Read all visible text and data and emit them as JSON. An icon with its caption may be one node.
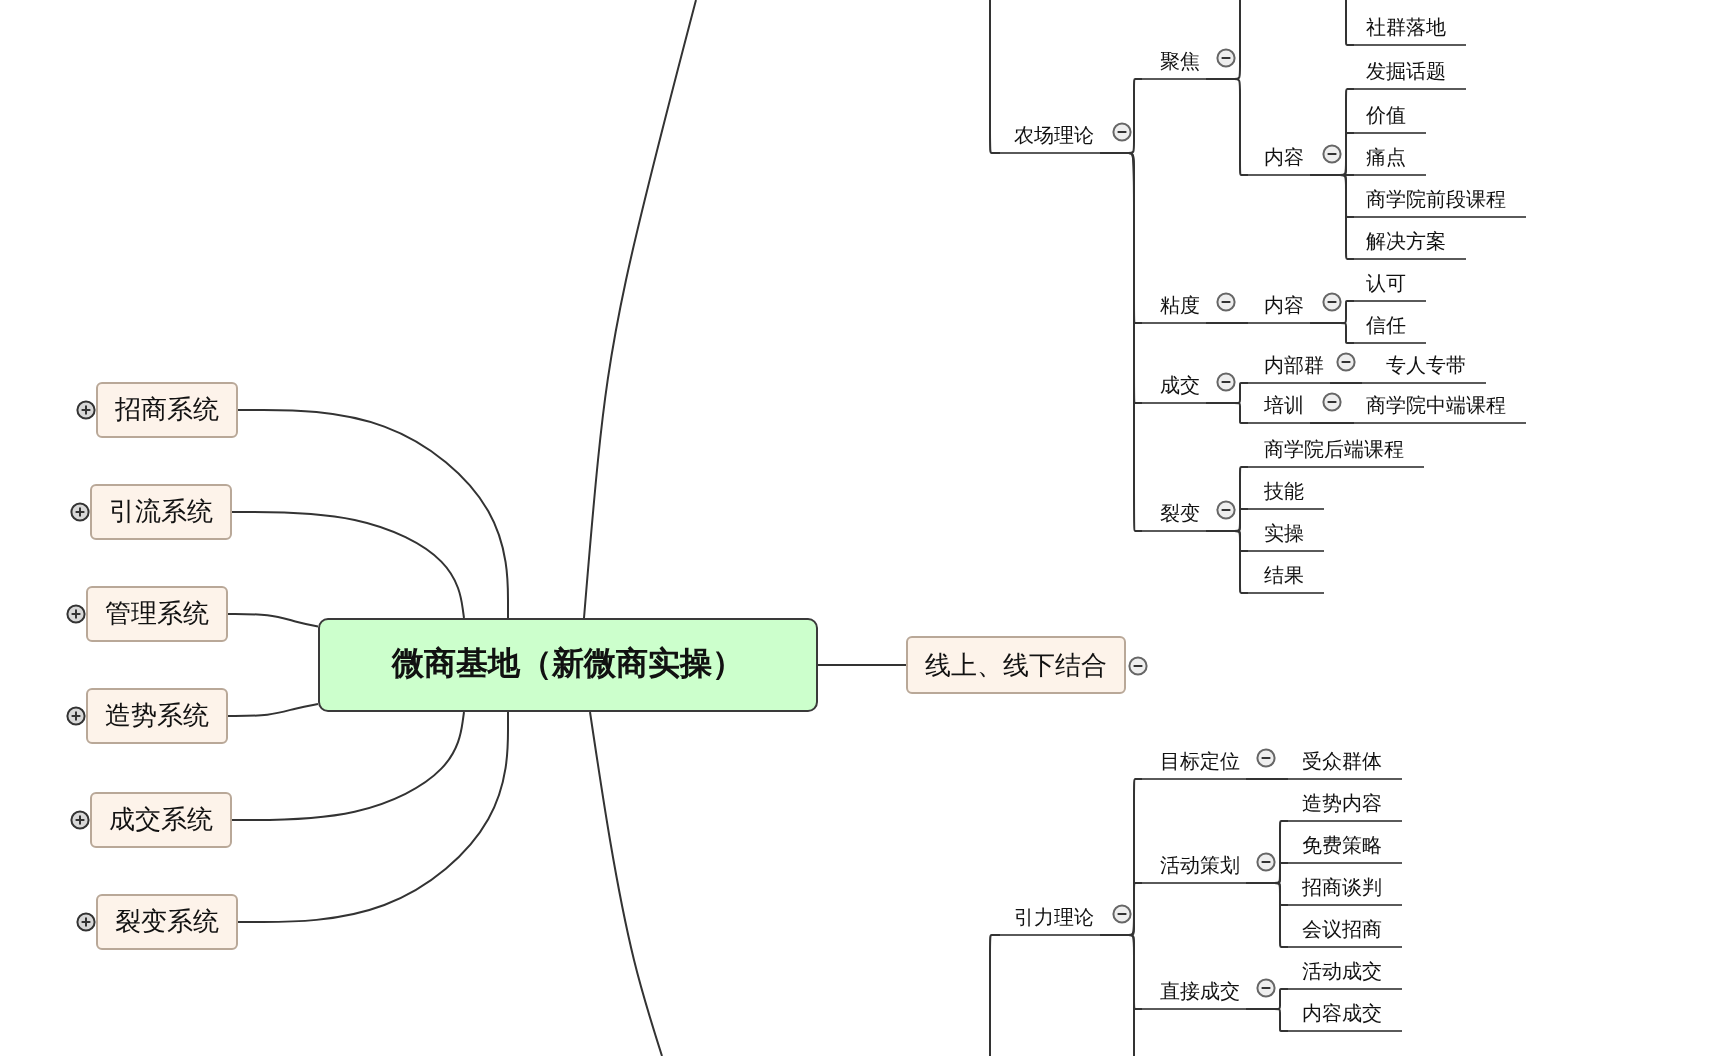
{
  "diagram": {
    "nodes": [
      {
        "text": [
          "微商基地（新微商实操）"
        ]
      },
      {
        "text": [
          "招商系统"
        ]
      },
      {
        "text": [
          "引流系统"
        ]
      },
      {
        "text": [
          "管理系统"
        ]
      },
      {
        "text": [
          "造势系统"
        ]
      },
      {
        "text": [
          "成交系统"
        ]
      },
      {
        "text": [
          "裂变系统"
        ]
      },
      {
        "text": [
          "线上、线下结合"
        ]
      },
      {
        "text": [
          "农场理论"
        ]
      },
      {
        "text": [
          "聚焦"
        ]
      },
      {
        "text": [
          "社群落地"
        ]
      },
      {
        "text": [
          "内容"
        ]
      },
      {
        "text": [
          "发掘话题"
        ]
      },
      {
        "text": [
          "价值"
        ]
      },
      {
        "text": [
          "痛点"
        ]
      },
      {
        "text": [
          "商学院前段课程"
        ]
      },
      {
        "text": [
          "解决方案"
        ]
      },
      {
        "text": [
          "粘度"
        ]
      },
      {
        "text": [
          "内容"
        ]
      },
      {
        "text": [
          "认可"
        ]
      },
      {
        "text": [
          "信任"
        ]
      },
      {
        "text": [
          "成交"
        ]
      },
      {
        "text": [
          "内部群"
        ]
      },
      {
        "text": [
          "专人专带"
        ]
      },
      {
        "text": [
          "培训"
        ]
      },
      {
        "text": [
          "商学院中端课程"
        ]
      },
      {
        "text": [
          "裂变"
        ]
      },
      {
        "text": [
          "商学院后端课程"
        ]
      },
      {
        "text": [
          "技能"
        ]
      },
      {
        "text": [
          "实操"
        ]
      },
      {
        "text": [
          "结果"
        ]
      },
      {
        "text": [
          "引力理论"
        ]
      },
      {
        "text": [
          "目标定位"
        ]
      },
      {
        "text": [
          "受众群体"
        ]
      },
      {
        "text": [
          "活动策划"
        ]
      },
      {
        "text": [
          "造势内容"
        ]
      },
      {
        "text": [
          "免费策略"
        ]
      },
      {
        "text": [
          "招商谈判"
        ]
      },
      {
        "text": [
          "会议招商"
        ]
      },
      {
        "text": [
          "直接成交"
        ]
      },
      {
        "text": [
          "活动成交"
        ]
      },
      {
        "text": [
          "内容成交"
        ]
      }
    ],
    "edges": [
      {
        "from": 0,
        "to": 1,
        "arrow": "none"
      },
      {
        "from": 0,
        "to": 2,
        "arrow": "none"
      },
      {
        "from": 0,
        "to": 3,
        "arrow": "none"
      },
      {
        "from": 0,
        "to": 4,
        "arrow": "none"
      },
      {
        "from": 0,
        "to": 5,
        "arrow": "none"
      },
      {
        "from": 0,
        "to": 6,
        "arrow": "none"
      },
      {
        "from": 0,
        "to": 7,
        "arrow": "none"
      },
      {
        "from": 0,
        "to": null,
        "arrow": "none"
      },
      {
        "from": 0,
        "to": null,
        "arrow": "none"
      },
      {
        "from": null,
        "to": 8,
        "arrow": "none"
      },
      {
        "from": 8,
        "to": 9,
        "arrow": "none"
      },
      {
        "from": 9,
        "to": null,
        "arrow": "none"
      },
      {
        "from": null,
        "to": 10,
        "arrow": "none"
      },
      {
        "from": 9,
        "to": 11,
        "arrow": "none"
      },
      {
        "from": 11,
        "to": 12,
        "arrow": "none"
      },
      {
        "from": 11,
        "to": 13,
        "arrow": "none"
      },
      {
        "from": 11,
        "to": 14,
        "arrow": "none"
      },
      {
        "from": 11,
        "to": 15,
        "arrow": "none"
      },
      {
        "from": 11,
        "to": 16,
        "arrow": "none"
      },
      {
        "from": 8,
        "to": 17,
        "arrow": "none"
      },
      {
        "from": 17,
        "to": 18,
        "arrow": "none"
      },
      {
        "from": 18,
        "to": 19,
        "arrow": "none"
      },
      {
        "from": 18,
        "to": 20,
        "arrow": "none"
      },
      {
        "from": 8,
        "to": 21,
        "arrow": "none"
      },
      {
        "from": 21,
        "to": 22,
        "arrow": "none"
      },
      {
        "from": 22,
        "to": 23,
        "arrow": "none"
      },
      {
        "from": 21,
        "to": 24,
        "arrow": "none"
      },
      {
        "from": 24,
        "to": 25,
        "arrow": "none"
      },
      {
        "from": 8,
        "to": 26,
        "arrow": "none"
      },
      {
        "from": 26,
        "to": 27,
        "arrow": "none"
      },
      {
        "from": 26,
        "to": 28,
        "arrow": "none"
      },
      {
        "from": 26,
        "to": 29,
        "arrow": "none"
      },
      {
        "from": 26,
        "to": 30,
        "arrow": "none"
      },
      {
        "from": null,
        "to": 31,
        "arrow": "none"
      },
      {
        "from": 31,
        "to": 32,
        "arrow": "none"
      },
      {
        "from": 32,
        "to": 33,
        "arrow": "none"
      },
      {
        "from": 31,
        "to": 34,
        "arrow": "none"
      },
      {
        "from": 34,
        "to": 35,
        "arrow": "none"
      },
      {
        "from": 34,
        "to": 36,
        "arrow": "none"
      },
      {
        "from": 34,
        "to": 37,
        "arrow": "none"
      },
      {
        "from": 34,
        "to": 38,
        "arrow": "none"
      },
      {
        "from": 31,
        "to": 39,
        "arrow": "none"
      },
      {
        "from": 39,
        "to": 40,
        "arrow": "none"
      },
      {
        "from": 39,
        "to": 41,
        "arrow": "none"
      },
      {
        "from": 31,
        "to": null,
        "arrow": "none"
      }
    ]
  }
}
